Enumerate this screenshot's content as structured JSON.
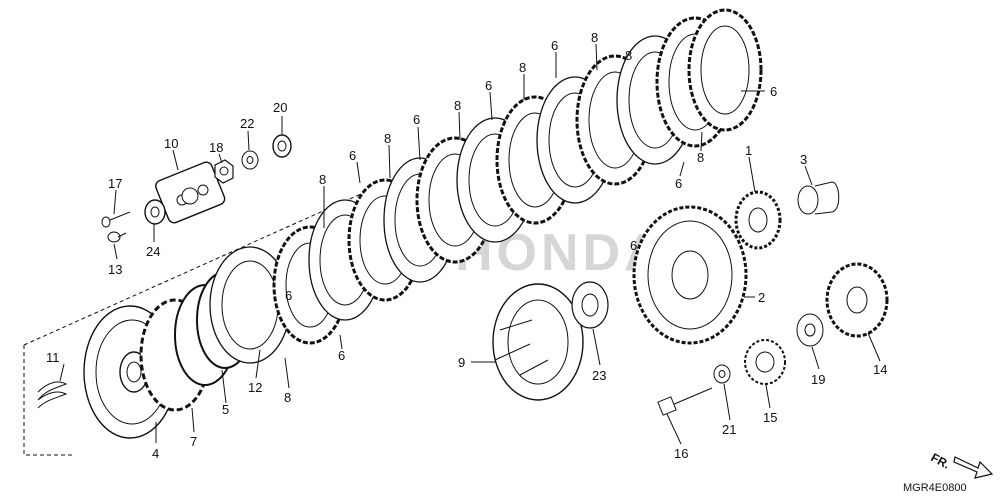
{
  "diagram": {
    "drawing_code": "MGR4E0800",
    "direction_label": "FR.",
    "watermark_text": "HONDA",
    "callouts": [
      "1",
      "2",
      "3",
      "4",
      "5",
      "6",
      "6",
      "6",
      "6",
      "6",
      "6",
      "6",
      "6",
      "6",
      "7",
      "8",
      "8",
      "8",
      "8",
      "8",
      "8",
      "8",
      "8",
      "9",
      "10",
      "11",
      "12",
      "13",
      "14",
      "15",
      "16",
      "17",
      "18",
      "19",
      "20",
      "21",
      "22",
      "23",
      "24"
    ]
  }
}
